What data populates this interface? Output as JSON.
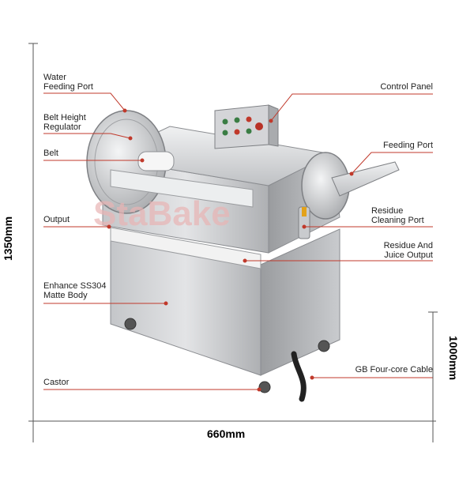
{
  "brand": {
    "watermark": "StaBake"
  },
  "labels": {
    "water_feeding_port": "Water\nFeeding Port",
    "belt_height_regulator": "Belt Height\nRegulator",
    "belt": "Belt",
    "output": "Output",
    "enhance_body": "Enhance SS304\nMatte Body",
    "castor": "Castor",
    "control_panel": "Control Panel",
    "feeding_port": "Feeding Port",
    "residue_cleaning_port": "Residue\nCleaning Port",
    "residue_juice_output": "Residue And\nJuice Output",
    "cable": "GB Four-core Cable"
  },
  "dimensions": {
    "height_total": "1350mm",
    "height_body": "1000mm",
    "width": "660mm"
  },
  "colors": {
    "leader_line": "#c0392b",
    "dim_line": "#555555",
    "steel_light": "#d9dadc",
    "steel_mid": "#b9bbbe",
    "steel_dark": "#8e9094",
    "watermark": "#e8b4b4"
  }
}
